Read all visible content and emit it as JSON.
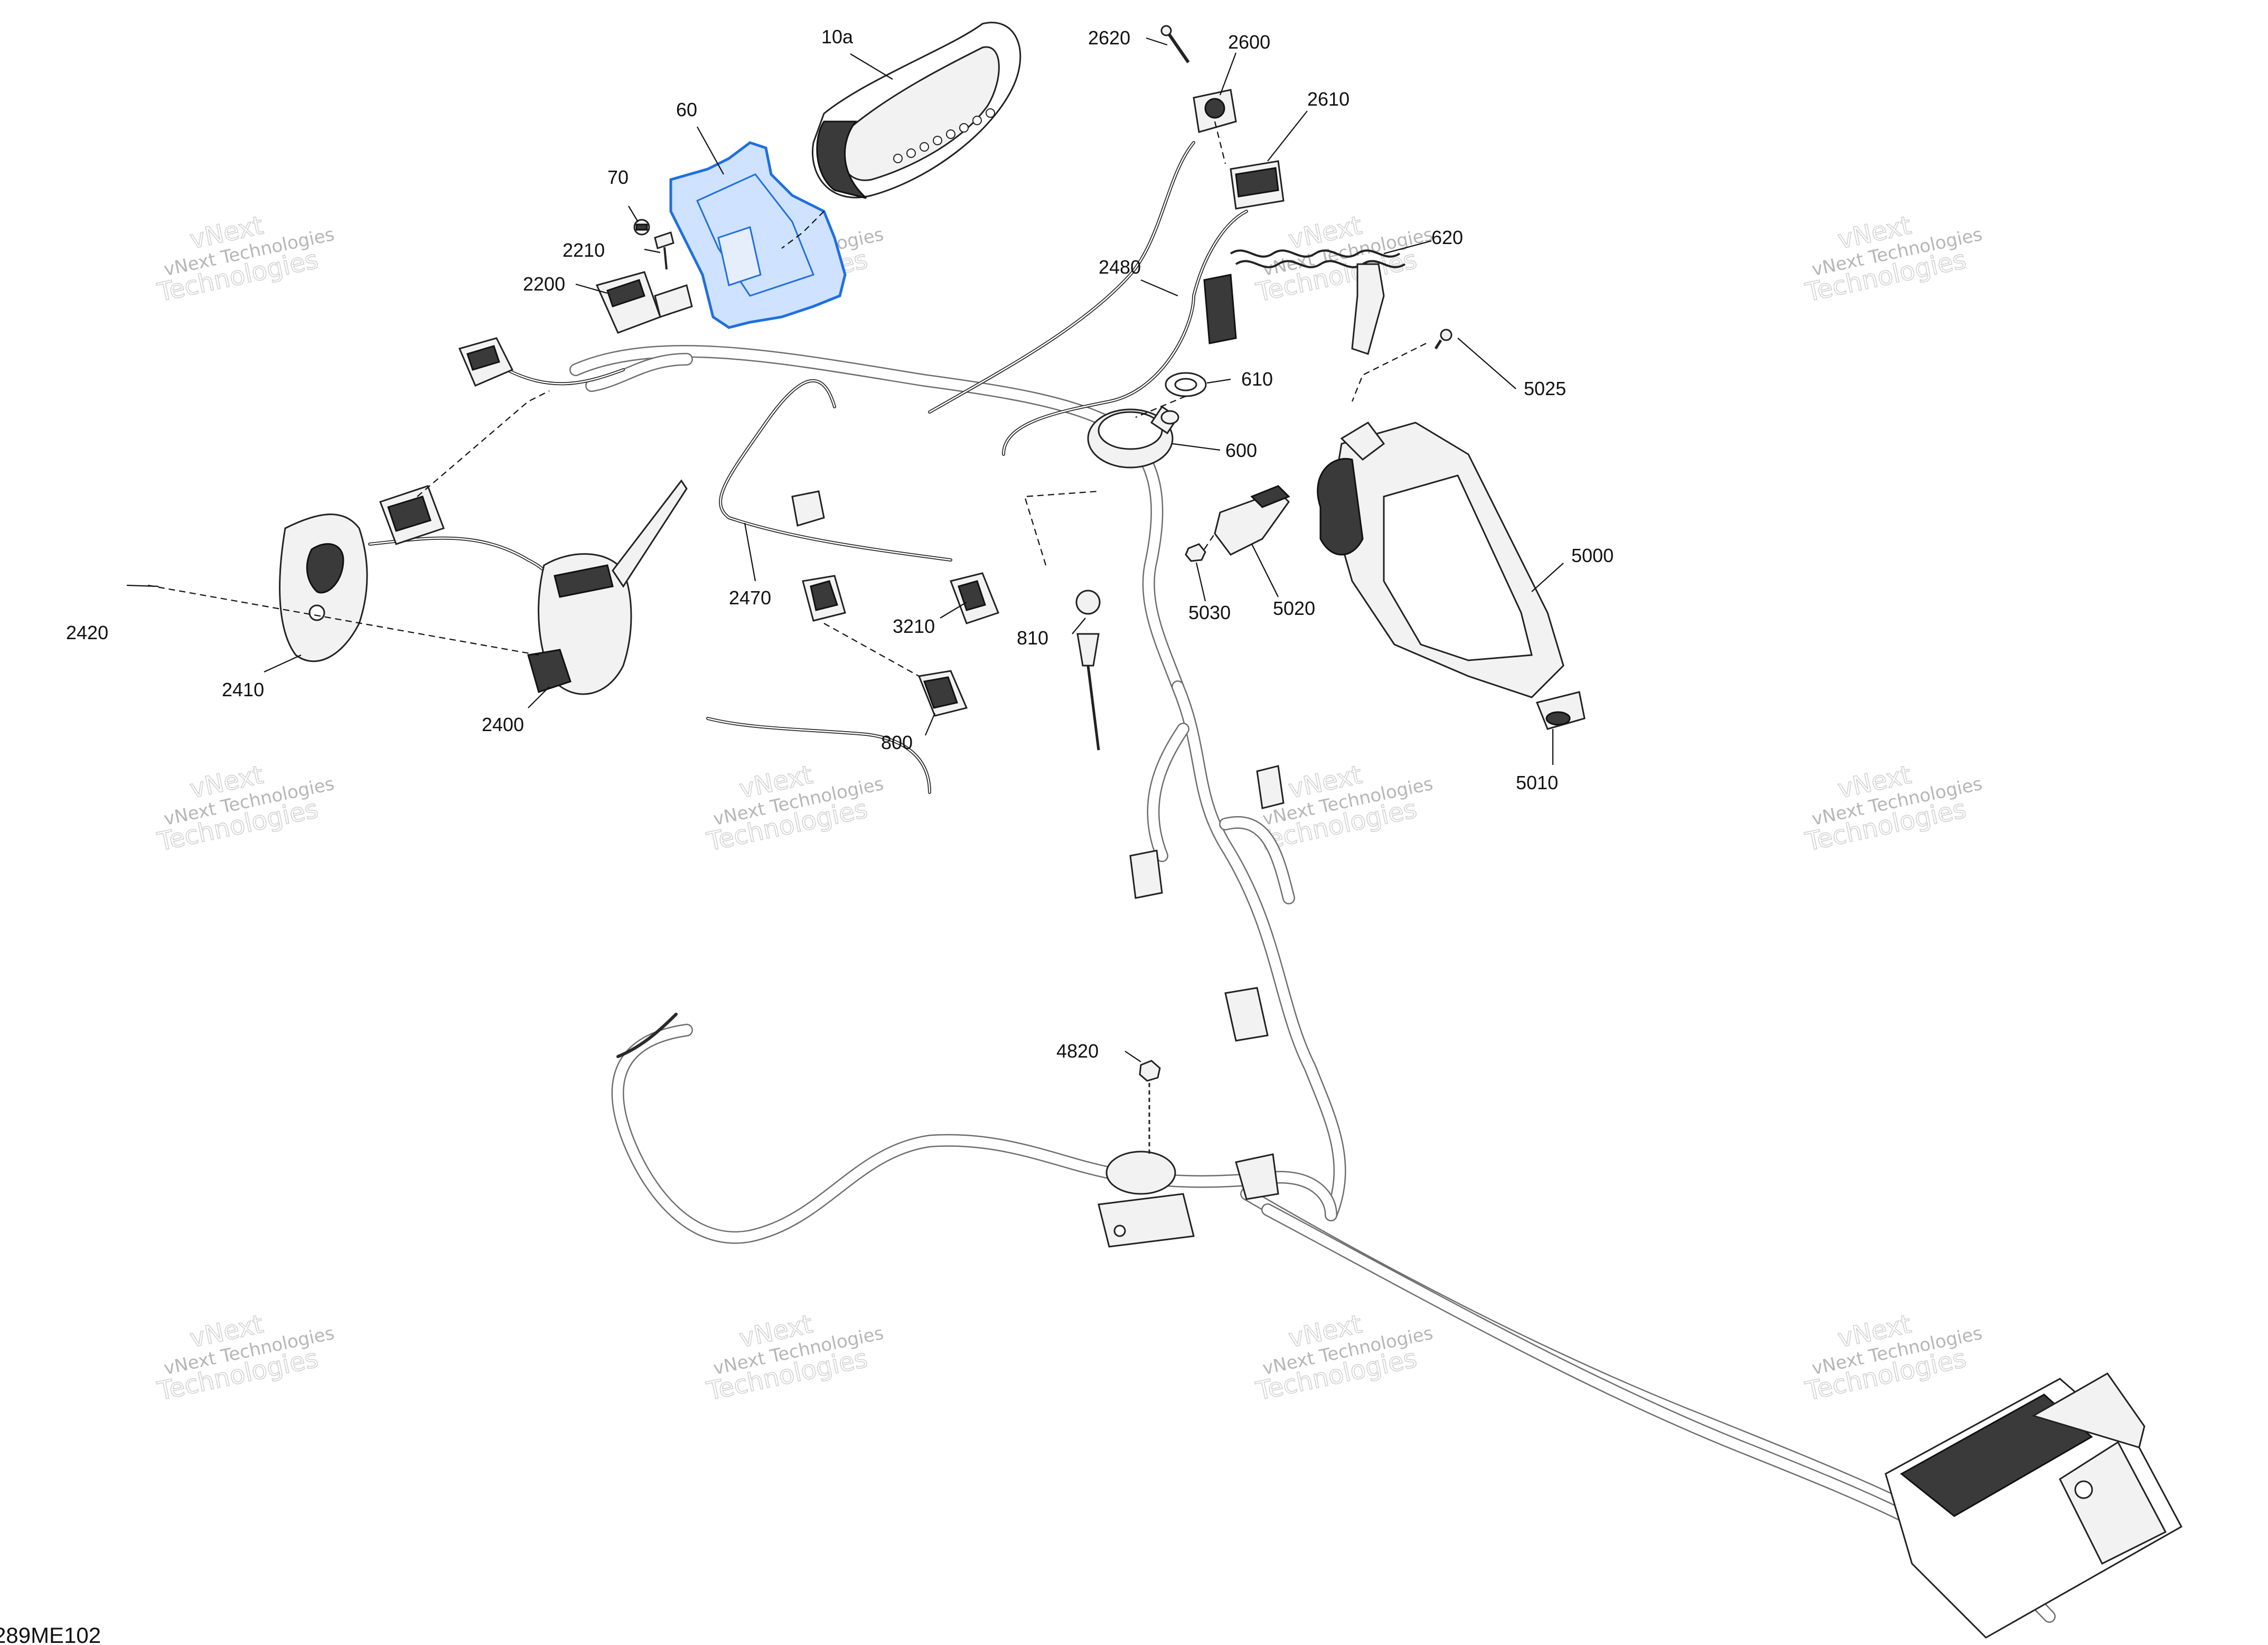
{
  "figure_code": "289ME102",
  "labels": {
    "p10a": "10a",
    "p60": "60",
    "p70": "70",
    "p2210": "2210",
    "p2200": "2200",
    "p2620": "2620",
    "p2600": "2600",
    "p2610": "2610",
    "p620": "620",
    "p2480": "2480",
    "p610": "610",
    "p600": "600",
    "p5025": "5025",
    "p5000": "5000",
    "p5030": "5030",
    "p5020": "5020",
    "p5010": "5010",
    "p2470": "2470",
    "p3210": "3210",
    "p810": "810",
    "p800": "800",
    "p2420": "2420",
    "p2410": "2410",
    "p2400": "2400",
    "p4820": "4820"
  },
  "watermark": {
    "line1": "vNext Technologies",
    "line2": "vNext",
    "line3": "Technologies"
  },
  "colors": {
    "highlight_part": "#1f6fe0",
    "line_art": "#222222"
  }
}
